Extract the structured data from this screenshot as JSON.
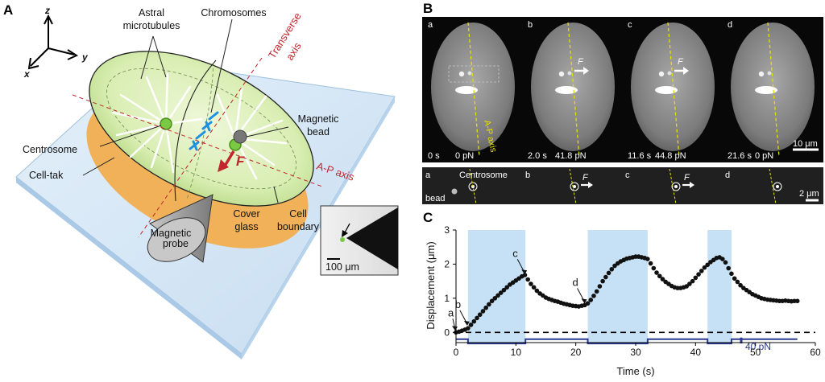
{
  "panelA": {
    "letter": "A",
    "axes": {
      "z": "z",
      "y": "y",
      "x": "x"
    },
    "labels": {
      "astral": [
        "Astral",
        "microtubules"
      ],
      "chromosomes": "Chromosomes",
      "transverse": [
        "Transverse",
        "axis"
      ],
      "magnetic_bead": [
        "Magnetic",
        "bead"
      ],
      "centrosome": "Centrosome",
      "celltak": "Cell-tak",
      "ap_axis": "A-P axis",
      "force": "F",
      "magnetic_probe": [
        "Magnetic",
        "probe"
      ],
      "cover_glass": [
        "Cover",
        "glass"
      ],
      "cell_boundary": [
        "Cell",
        "boundary"
      ],
      "inset_scale": "100 μm"
    }
  },
  "panelB": {
    "letter": "B",
    "frames": [
      {
        "tag": "a",
        "time": "0 s",
        "force": "0 pN",
        "arrow": false
      },
      {
        "tag": "b",
        "time": "2.0 s",
        "force": "41.8 pN",
        "arrow": true
      },
      {
        "tag": "c",
        "time": "11.6 s",
        "force": "44.8 pN",
        "arrow": true
      },
      {
        "tag": "d",
        "time": "21.6 s",
        "force": "0 pN",
        "arrow": false
      }
    ],
    "force_label": "F",
    "ap_axis": "A-P axis",
    "scale_top": "10 μm",
    "strip": {
      "tags": [
        "a",
        "b",
        "c",
        "d"
      ],
      "centrosome": "Centrosome",
      "bead": "bead",
      "scale": "2 μm"
    }
  },
  "panelC": {
    "letter": "C",
    "force_scale": "40 pN",
    "colors": {
      "shade": "#c6e1f5",
      "force": "#2b3a8f",
      "points": "#111111"
    },
    "chart_data": {
      "type": "scatter",
      "xlabel": "Time (s)",
      "ylabel": "Displacement (μm)",
      "xlim": [
        0,
        60
      ],
      "ylim": [
        -0.3,
        3
      ],
      "xticks": [
        "0",
        "10",
        "20",
        "30",
        "40",
        "50",
        "60"
      ],
      "yticks": [
        "0",
        "1",
        "2",
        "3"
      ],
      "shaded_intervals": [
        [
          2,
          11.6
        ],
        [
          22,
          32
        ],
        [
          42,
          46
        ]
      ],
      "baseline": 0,
      "annotations": [
        {
          "text": "a",
          "x": 0,
          "y": 0
        },
        {
          "text": "b",
          "x": 2,
          "y": 0.15
        },
        {
          "text": "c",
          "x": 11.6,
          "y": 1.65
        },
        {
          "text": "d",
          "x": 21.6,
          "y": 0.8
        }
      ],
      "series": [
        {
          "values_x": [
            0,
            0.5,
            1,
            1.5,
            2,
            2.5,
            3,
            3.5,
            4,
            4.5,
            5,
            5.5,
            6,
            6.5,
            7,
            7.5,
            8,
            8.5,
            9,
            9.5,
            10,
            10.5,
            11,
            11.5,
            12,
            12.5,
            13,
            13.5,
            14,
            14.5,
            15,
            15.5,
            16,
            16.5,
            17,
            17.5,
            18,
            18.5,
            19,
            19.5,
            20,
            20.5,
            21,
            21.5,
            22,
            22.5,
            23,
            23.5,
            24,
            24.5,
            25,
            25.5,
            26,
            26.5,
            27,
            27.5,
            28,
            28.5,
            29,
            29.5,
            30,
            30.5,
            31,
            31.5,
            32,
            32.5,
            33,
            33.5,
            34,
            34.5,
            35,
            35.5,
            36,
            36.5,
            37,
            37.5,
            38,
            38.5,
            39,
            39.5,
            40,
            40.5,
            41,
            41.5,
            42,
            42.5,
            43,
            43.5,
            44,
            44.5,
            45,
            45.5,
            46,
            46.5,
            47,
            47.5,
            48,
            48.5,
            49,
            49.5,
            50,
            50.5,
            51,
            51.5,
            52,
            52.5,
            53,
            53.5,
            54,
            54.5,
            55,
            55.5,
            56,
            56.5,
            57
          ],
          "values_y": [
            0,
            0.02,
            0.05,
            0.08,
            0.12,
            0.22,
            0.32,
            0.42,
            0.52,
            0.62,
            0.72,
            0.82,
            0.92,
            1.0,
            1.08,
            1.16,
            1.24,
            1.32,
            1.4,
            1.46,
            1.52,
            1.58,
            1.64,
            1.68,
            1.55,
            1.42,
            1.32,
            1.22,
            1.14,
            1.08,
            1.02,
            0.98,
            0.95,
            0.92,
            0.9,
            0.87,
            0.84,
            0.82,
            0.8,
            0.78,
            0.77,
            0.76,
            0.78,
            0.8,
            0.85,
            0.95,
            1.07,
            1.2,
            1.35,
            1.5,
            1.62,
            1.74,
            1.85,
            1.95,
            2.02,
            2.08,
            2.12,
            2.16,
            2.18,
            2.2,
            2.22,
            2.22,
            2.2,
            2.18,
            2.15,
            2.02,
            1.88,
            1.75,
            1.65,
            1.56,
            1.48,
            1.42,
            1.36,
            1.32,
            1.3,
            1.3,
            1.32,
            1.35,
            1.42,
            1.5,
            1.6,
            1.7,
            1.8,
            1.9,
            1.98,
            2.06,
            2.12,
            2.18,
            2.2,
            2.15,
            2.05,
            1.88,
            1.72,
            1.58,
            1.48,
            1.38,
            1.3,
            1.24,
            1.18,
            1.12,
            1.08,
            1.04,
            1.0,
            0.98,
            0.96,
            0.95,
            0.94,
            0.93,
            0.92,
            0.92,
            0.93,
            0.92,
            0.91,
            0.92,
            0.92
          ]
        }
      ],
      "force_trace": {
        "segments": [
          [
            0,
            2,
            0
          ],
          [
            2,
            11.6,
            1
          ],
          [
            11.6,
            22,
            0
          ],
          [
            22,
            32,
            1
          ],
          [
            32,
            42,
            0
          ],
          [
            42,
            46,
            1
          ],
          [
            46,
            57,
            0
          ]
        ]
      }
    }
  }
}
